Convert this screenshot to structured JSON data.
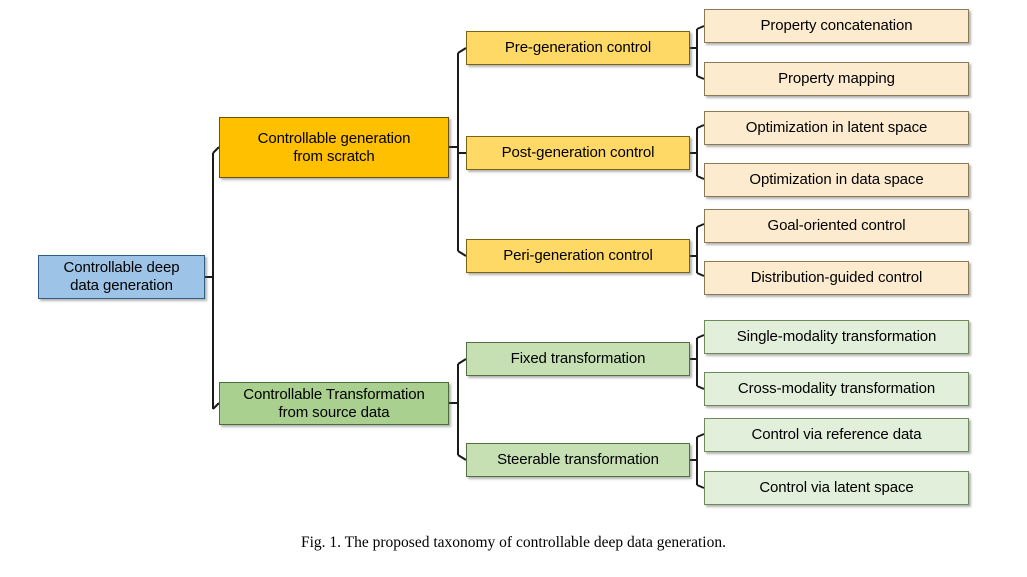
{
  "figure": {
    "caption": "Fig. 1.  The proposed taxonomy of controllable deep data generation.",
    "root": {
      "label_line1": "Controllable deep",
      "label_line2": "data generation",
      "color": "#9DC3E6"
    },
    "branches": [
      {
        "id": "generation-from-scratch",
        "label_line1": "Controllable generation",
        "label_line2": "from scratch",
        "color": "#FFC000",
        "child_color": "#FFD966",
        "leaf_color": "#FDEBD0",
        "children": [
          {
            "label": "Pre-generation control",
            "leaves": [
              {
                "label": "Property concatenation"
              },
              {
                "label": "Property mapping"
              }
            ]
          },
          {
            "label": "Post-generation control",
            "leaves": [
              {
                "label": "Optimization in latent space"
              },
              {
                "label": "Optimization in data space"
              }
            ]
          },
          {
            "label": "Peri-generation control",
            "leaves": [
              {
                "label": "Goal-oriented control"
              },
              {
                "label": "Distribution-guided control"
              }
            ]
          }
        ]
      },
      {
        "id": "transformation-from-source-data",
        "label_line1": "Controllable Transformation",
        "label_line2": "from source data",
        "color": "#A9D08E",
        "child_color": "#C6E0B4",
        "leaf_color": "#E2EFDA",
        "children": [
          {
            "label": "Fixed transformation",
            "leaves": [
              {
                "label": "Single-modality transformation"
              },
              {
                "label": "Cross-modality transformation"
              }
            ]
          },
          {
            "label": "Steerable transformation",
            "leaves": [
              {
                "label": "Control via reference data"
              },
              {
                "label": "Control via latent space"
              }
            ]
          }
        ]
      }
    ]
  }
}
